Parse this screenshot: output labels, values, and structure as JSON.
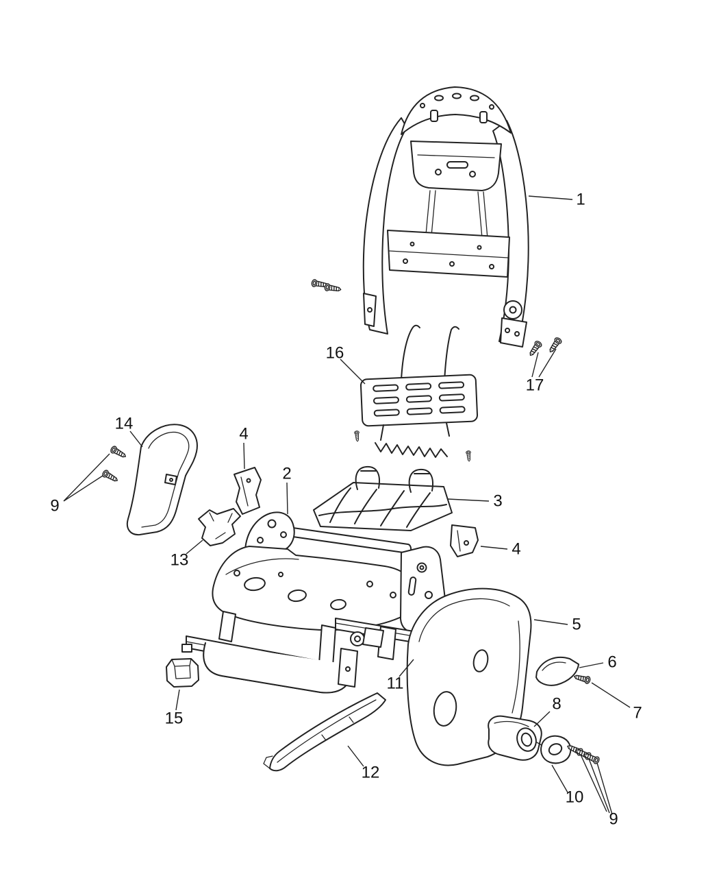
{
  "diagram": {
    "kind": "exploded-parts-diagram",
    "background_color": "#ffffff",
    "line_color": "#222222",
    "label_color": "#111111",
    "callouts": [
      {
        "label": "1"
      },
      {
        "label": "16"
      },
      {
        "label": "17"
      },
      {
        "label": "14"
      },
      {
        "label": "4"
      },
      {
        "label": "2"
      },
      {
        "label": "3"
      },
      {
        "label": "9"
      },
      {
        "label": "13"
      },
      {
        "label": "4"
      },
      {
        "label": "5"
      },
      {
        "label": "6"
      },
      {
        "label": "7"
      },
      {
        "label": "8"
      },
      {
        "label": "11"
      },
      {
        "label": "15"
      },
      {
        "label": "12"
      },
      {
        "label": "10"
      },
      {
        "label": "9"
      }
    ]
  }
}
